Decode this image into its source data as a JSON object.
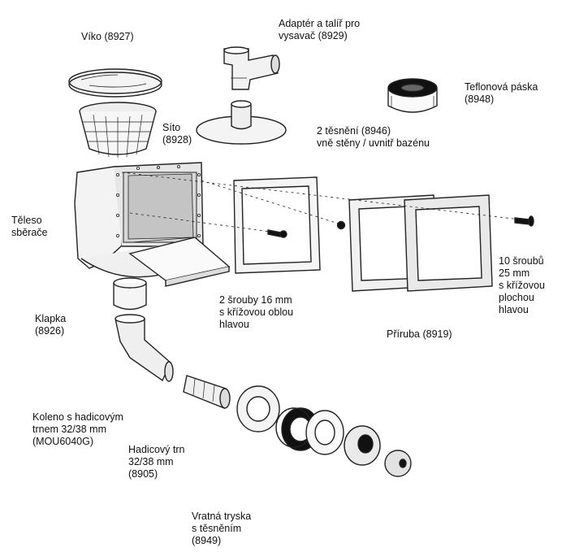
{
  "labels": {
    "viko": [
      "Víko (8927)"
    ],
    "adapter": [
      "Adaptér a talíř pro",
      "vysavač (8929)"
    ],
    "teflon": [
      "Teflonová páska",
      "(8948)"
    ],
    "sito": [
      "Síto",
      "(8928)"
    ],
    "tesneni": [
      "2 těsnění (8946)",
      "vně stěny / uvnitř bazénu"
    ],
    "teleso": [
      "Těleso",
      "sběrače"
    ],
    "srouby10": [
      "10 šroubů",
      "25 mm",
      "s křížovou",
      "plochou",
      "hlavou"
    ],
    "srouby2": [
      "2 šrouby 16 mm",
      "s křížovou oblou",
      "hlavou"
    ],
    "klapka": [
      "Klapka",
      "(8926)"
    ],
    "priruba": [
      "Příruba (8919)"
    ],
    "koleno": [
      "Koleno s hadicovým",
      "trnem 32/38 mm",
      "(MOU6040G)"
    ],
    "hadicovy": [
      "Hadicový trn",
      "32/38 mm",
      "(8905)"
    ],
    "tryska": [
      "Vratná tryska",
      "s těsněním",
      "(8949)"
    ]
  }
}
